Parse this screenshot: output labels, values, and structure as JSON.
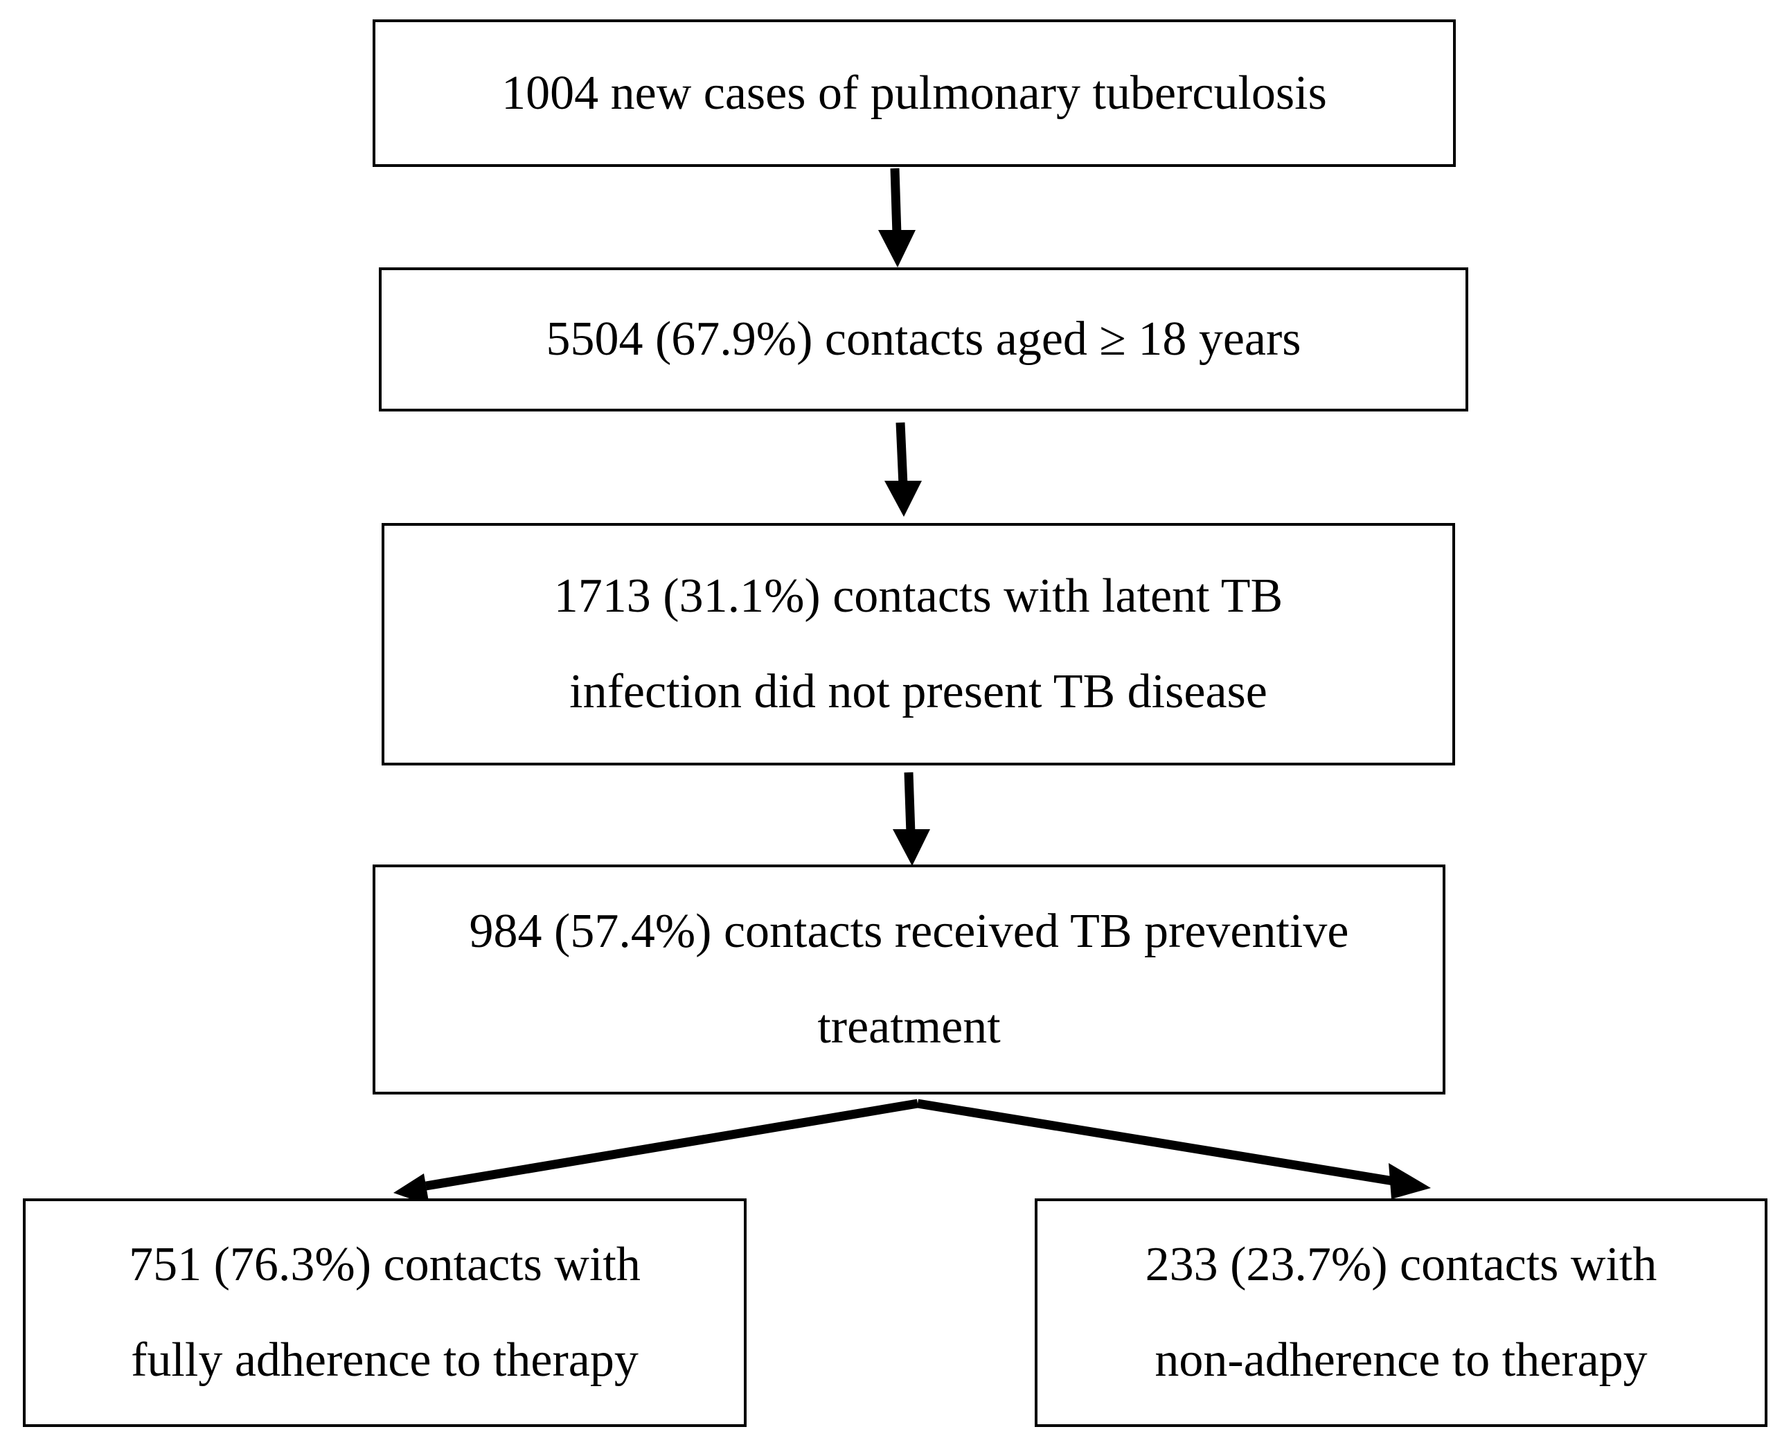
{
  "flowchart": {
    "step1": {
      "lines": [
        "1004 new cases of pulmonary tuberculosis"
      ]
    },
    "step2": {
      "lines": [
        "5504 (67.9%) contacts aged ≥ 18 years"
      ]
    },
    "step3": {
      "lines": [
        "1713 (31.1%) contacts with latent TB",
        "infection did not present TB disease"
      ]
    },
    "step4": {
      "lines": [
        "984 (57.4%) contacts received TB preventive",
        "treatment"
      ]
    },
    "outcome_left": {
      "lines": [
        "751 (76.3%) contacts with",
        "fully adherence to therapy"
      ]
    },
    "outcome_right": {
      "lines": [
        "233 (23.7%) contacts with",
        "non-adherence to therapy"
      ]
    }
  },
  "colors": {
    "line": "#000000",
    "box_border": "#000000",
    "background": "#ffffff"
  }
}
